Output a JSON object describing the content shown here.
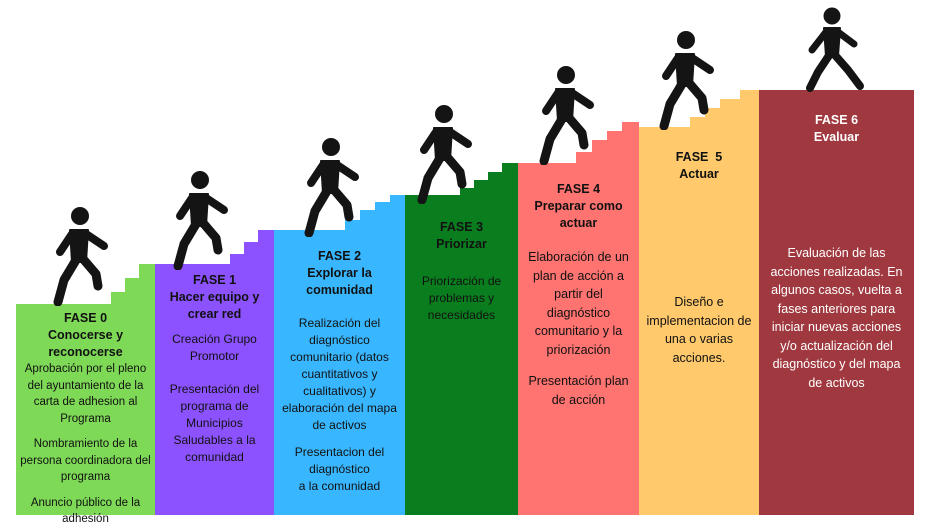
{
  "colors": {
    "f0": "#7ed957",
    "f1": "#8c52ff",
    "f2": "#38b6ff",
    "f3": "#0a7d1e",
    "f4": "#ff7370",
    "f5": "#ffc96c",
    "f6": "#a0393f",
    "walker": "#141414"
  },
  "phases": [
    {
      "title": "FASE 0\nConocerse y\nreconocerse",
      "items": [
        "Aprobación por el pleno del ayuntamiento de la carta de adhesion al Programa",
        "Nombramiento de la persona coordinadora del programa",
        "Anuncio público de la adhesión"
      ]
    },
    {
      "title": "FASE 1\nHacer equipo y\ncrear red",
      "items": [
        "Creación Grupo\nPromotor",
        "Presentación del programa de Municipios Saludables a la comunidad"
      ]
    },
    {
      "title": "FASE 2\nExplorar la\ncomunidad",
      "items": [
        "Realización del diagnóstico comunitario (datos cuantitativos y cualitativos) y elaboración del mapa de activos",
        "Presentacion del diagnóstico\na la comunidad"
      ]
    },
    {
      "title": "FASE 3\nPriorizar",
      "items": [
        "Priorización de problemas y necesidades"
      ]
    },
    {
      "title": "FASE 4\nPreparar como\nactuar",
      "items": [
        "Elaboración de un plan de acción a partir del diagnóstico comunitario y la priorización",
        "Presentación plan de acción"
      ]
    },
    {
      "title": "FASE  5\nActuar",
      "items": [
        "Diseño e implementacion de una o varias acciones."
      ]
    },
    {
      "title": "FASE 6\nEvaluar",
      "items": [
        "Evaluación de las acciones realizadas. En algunos casos, vuelta a fases anteriores para iniciar  nuevas acciones y/o actualización del diagnóstico y del mapa de activos"
      ]
    }
  ]
}
